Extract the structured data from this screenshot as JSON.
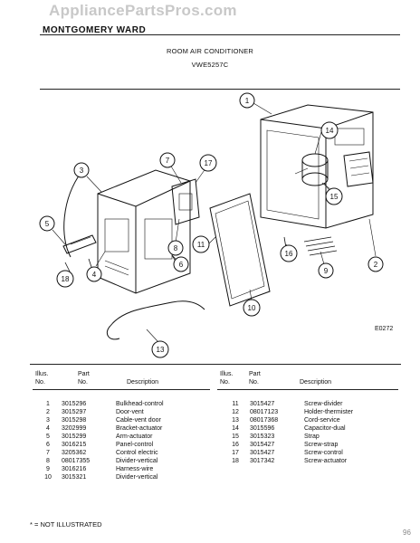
{
  "watermark": "AppliancePartsPros.com",
  "header": {
    "brand": "MONTGOMERY WARD",
    "title": "ROOM AIR CONDITIONER",
    "model": "VWE5257C"
  },
  "diagram": {
    "code": "E0272",
    "callouts": [
      "1",
      "2",
      "3",
      "4",
      "5",
      "6",
      "7",
      "8",
      "9",
      "10",
      "11",
      "13",
      "14",
      "15",
      "16",
      "17",
      "18"
    ]
  },
  "parts_table": {
    "columns": {
      "illus_line1": "Illus.",
      "illus_line2": "No.",
      "part_line1": "Part",
      "part_line2": "No.",
      "description": "Description"
    },
    "left": [
      {
        "no": "1",
        "part": "3015296",
        "desc": "Bulkhead-control"
      },
      {
        "no": "2",
        "part": "3015297",
        "desc": "Door-vent"
      },
      {
        "no": "3",
        "part": "3015298",
        "desc": "Cable-vent door"
      },
      {
        "no": "4",
        "part": "3202999",
        "desc": "Bracket-actuator"
      },
      {
        "no": "5",
        "part": "3015299",
        "desc": "Arm-actuator"
      },
      {
        "no": "6",
        "part": "3016215",
        "desc": "Panel-control"
      },
      {
        "no": "7",
        "part": "3205362",
        "desc": "Control electric"
      },
      {
        "no": "8",
        "part": "08017355",
        "desc": "Divider-vertical"
      },
      {
        "no": "9",
        "part": "3016216",
        "desc": "Harness-wire"
      },
      {
        "no": "10",
        "part": "3015321",
        "desc": "Divider-vertical"
      }
    ],
    "right": [
      {
        "no": "11",
        "part": "3015427",
        "desc": "Screw-divider"
      },
      {
        "no": "12",
        "part": "08017123",
        "desc": "Holder-thermister"
      },
      {
        "no": "13",
        "part": "08017368",
        "desc": "Cord-service"
      },
      {
        "no": "14",
        "part": "3015596",
        "desc": "Capacitor-dual"
      },
      {
        "no": "15",
        "part": "3015323",
        "desc": "Strap"
      },
      {
        "no": "16",
        "part": "3015427",
        "desc": "Screw-strap"
      },
      {
        "no": "17",
        "part": "3015427",
        "desc": "Screw-control"
      },
      {
        "no": "18",
        "part": "3017342",
        "desc": "Screw-actuator"
      }
    ]
  },
  "footer": {
    "note": "* = NOT ILLUSTRATED",
    "page_mark": "96"
  }
}
